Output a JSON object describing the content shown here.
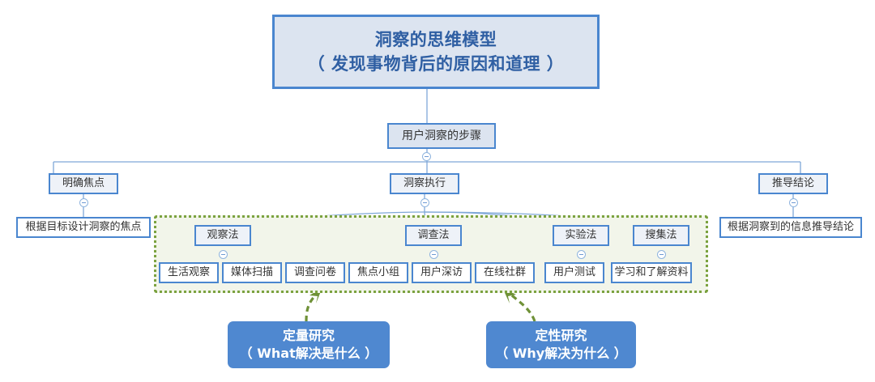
{
  "diagram": {
    "title_line1": "洞察的思维模型",
    "title_line2": "（ 发现事物背后的原因和道理 ）",
    "step_node": "用户洞察的步骤",
    "branches": {
      "focus": {
        "label": "明确焦点",
        "leaf": "根据目标设计洞察的焦点"
      },
      "exec": {
        "label": "洞察执行"
      },
      "conclusion": {
        "label": "推导结论",
        "leaf": "根据洞察到的信息推导结论"
      }
    },
    "methods": [
      {
        "label": "观察法",
        "children": [
          "生活观察",
          "媒体扫描"
        ]
      },
      {
        "label": "调查法",
        "children": [
          "调查问卷",
          "焦点小组",
          "用户深访",
          "在线社群"
        ]
      },
      {
        "label": "实验法",
        "children": [
          "用户测试"
        ]
      },
      {
        "label": "搜集法",
        "children": [
          "学习和了解资料"
        ]
      }
    ],
    "leaves_flat": [
      "生活观察",
      "媒体扫描",
      "调查问卷",
      "焦点小组",
      "用户深访",
      "在线社群",
      "用户测试",
      "学习和了解资料"
    ],
    "callouts": [
      {
        "line1": "定量研究",
        "line2": "（ What解决是什么 ）"
      },
      {
        "line1": "定性研究",
        "line2": "（ Why解决为什么 ）"
      }
    ],
    "colors": {
      "node_border": "#4a86cf",
      "root_fill": "#dce4f0",
      "root_text": "#2f5fa3",
      "group_border": "#7ba23f",
      "group_fill": "#f2f5ea",
      "callout_fill": "#4f88d0",
      "arrow": "#6f9137",
      "connector": "#7fa8d8"
    }
  }
}
